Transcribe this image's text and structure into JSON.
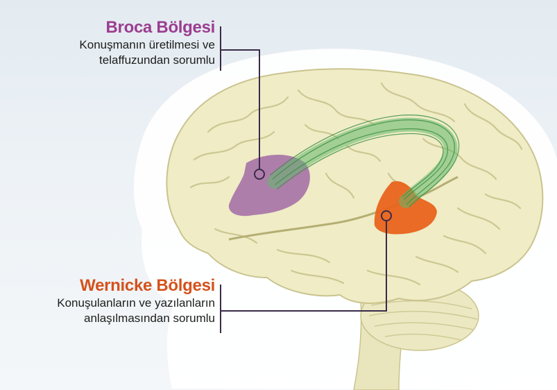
{
  "regions": {
    "broca": {
      "title": "Broca Bölgesi",
      "description_line1": "Konuşmanın üretilmesi ve",
      "description_line2": "telaffuzundan sorumlu",
      "color": "#9b3d8f",
      "fill": "#a672a6"
    },
    "wernicke": {
      "title": "Wernicke Bölgesi",
      "description_line1": "Konuşulanların ve yazılanların",
      "description_line2": "anlaşılmasından sorumlu",
      "color": "#d4521c",
      "fill": "#e8641c"
    }
  },
  "colors": {
    "brain": "#efecc6",
    "brain_outline": "#c9c48e",
    "arcuate_fasciculus": "#62b86a",
    "callout_line": "#3a2a48"
  }
}
